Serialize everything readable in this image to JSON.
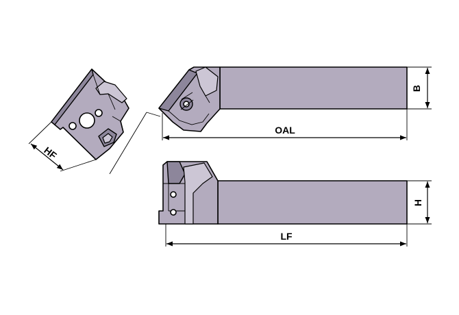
{
  "dimensions": {
    "oal_label": "OAL",
    "lf_label": "LF",
    "b_label": "B",
    "h_label": "H",
    "hf_label": "HF"
  },
  "colors": {
    "tool_body": "#b3abbe",
    "tool_dark": "#8d869b",
    "outline": "#000000",
    "background": "#ffffff"
  }
}
